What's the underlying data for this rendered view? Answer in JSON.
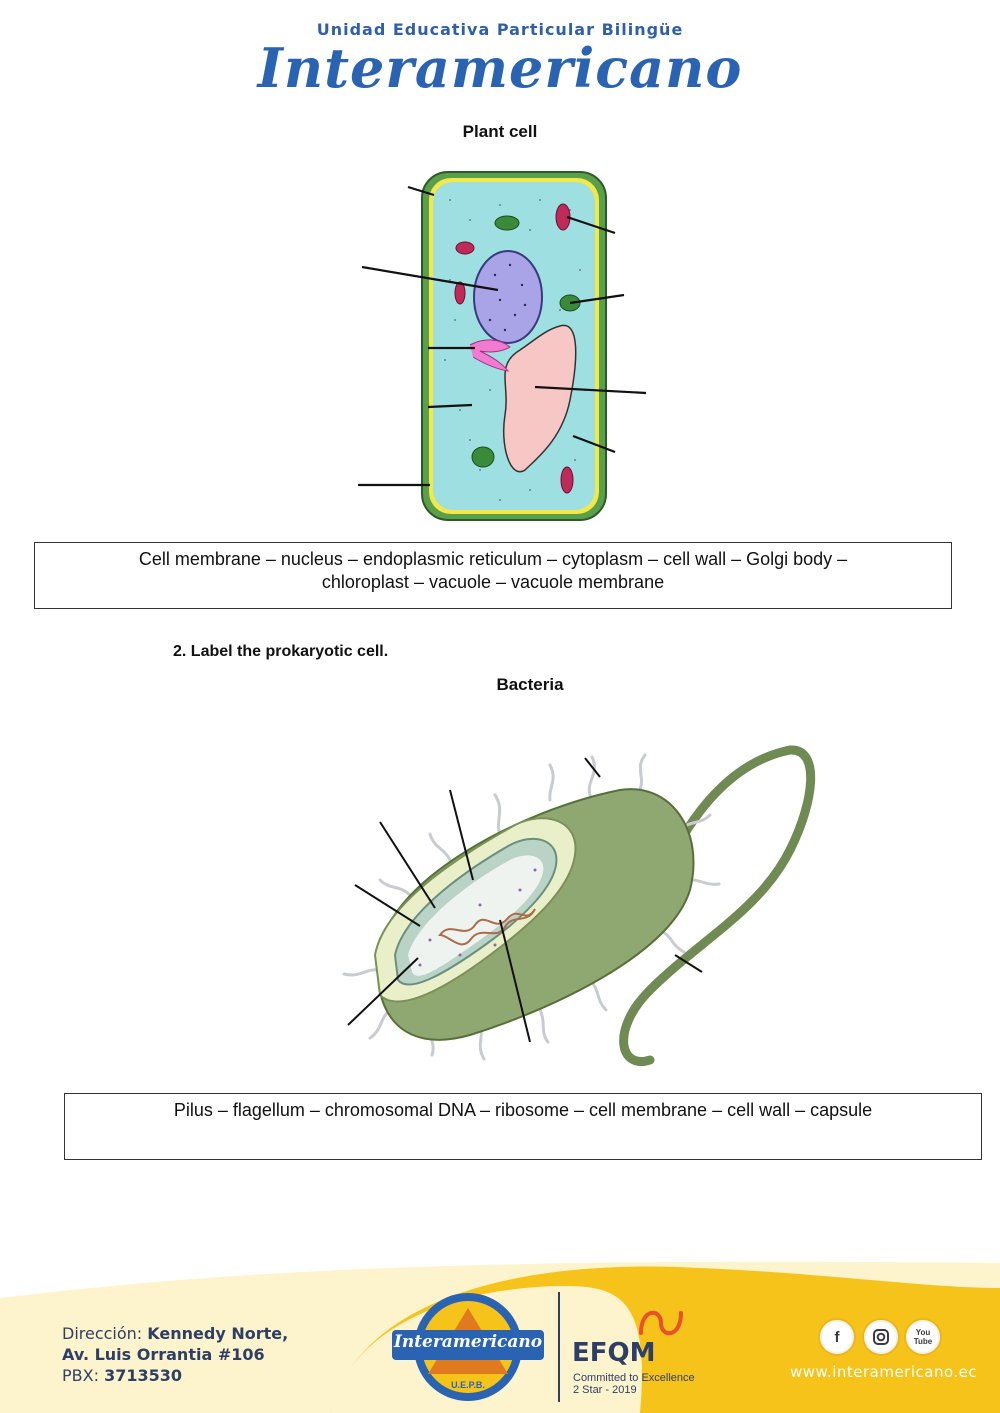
{
  "header": {
    "school_subtitle": "Unidad Educativa Particular Bilingüe",
    "school_name": "Interamericano"
  },
  "section1": {
    "title": "Plant cell",
    "word_bank_line1": "Cell membrane – nucleus – endoplasmic reticulum – cytoplasm – cell wall – Golgi body –",
    "word_bank_line2": "chloroplast – vacuole – vacuole membrane"
  },
  "section2": {
    "task": "2.   Label the prokaryotic cell.",
    "title": "Bacteria",
    "word_bank": "Pilus – flagellum – chromosomal DNA – ribosome – cell membrane – cell wall – capsule"
  },
  "footer": {
    "address_label": "Dirección: ",
    "address_value": "Kennedy Norte,",
    "address_line2": "Av. Luis Orrantia #106",
    "phone_label": "PBX: ",
    "phone_value": "3713530",
    "logo_text": "Interamericano",
    "logo_sub": "U.E.P.B.",
    "efqm": "EFQM",
    "efqm_line1": "Committed to Excellence",
    "efqm_line2": "2 Star - 2019",
    "website": "www.interamericano.ec",
    "social_icons": [
      "facebook-icon",
      "instagram-icon",
      "youtube-icon"
    ],
    "youtube_text": "You Tube",
    "accent_color": "#f6c31a",
    "brand_color": "#2a63b2"
  }
}
